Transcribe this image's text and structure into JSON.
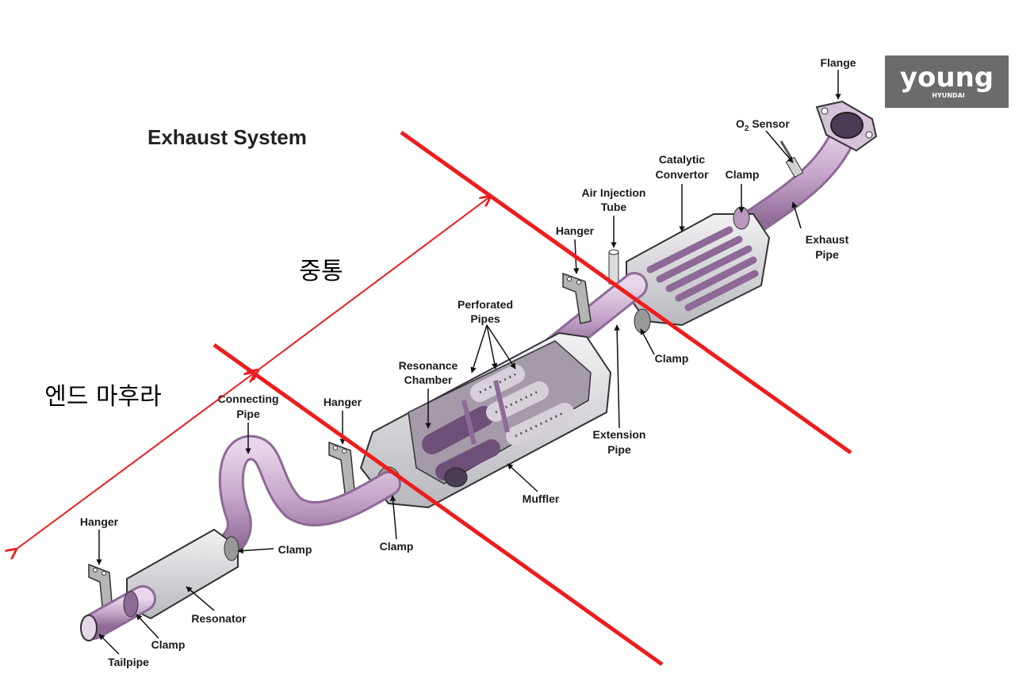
{
  "title": "Exhaust System",
  "logo": {
    "brand": "young",
    "sub": "HYUNDAI",
    "bg_color": "#6b6b6b"
  },
  "colors": {
    "divider": "#ee1c1c",
    "pipe": "#c9a9cc",
    "pipe_dark": "#8d6a96",
    "shell": "#d8d8dc"
  },
  "korean_labels": {
    "middle_section": "중통",
    "end_section": "엔드 마후라"
  },
  "labels": {
    "flange": "Flange",
    "o2_sensor": "O",
    "o2_sub": "2",
    "o2_rest": " Sensor",
    "catalytic_1": "Catalytic",
    "catalytic_2": "Convertor",
    "clamp_top": "Clamp",
    "air_injection_1": "Air Injection",
    "air_injection_2": "Tube",
    "hanger_top": "Hanger",
    "exhaust_pipe_1": "Exhaust",
    "exhaust_pipe_2": "Pipe",
    "clamp_mid": "Clamp",
    "perforated_1": "Perforated",
    "perforated_2": "Pipes",
    "resonance_1": "Resonance",
    "resonance_2": "Chamber",
    "extension_1": "Extension",
    "extension_2": "Pipe",
    "connecting_1": "Connecting",
    "connecting_2": "Pipe",
    "hanger_mid": "Hanger",
    "muffler": "Muffler",
    "clamp_muffler": "Clamp",
    "hanger_low": "Hanger",
    "clamp_resonator": "Clamp",
    "resonator": "Resonator",
    "clamp_tail": "Clamp",
    "tailpipe": "Tailpipe"
  }
}
